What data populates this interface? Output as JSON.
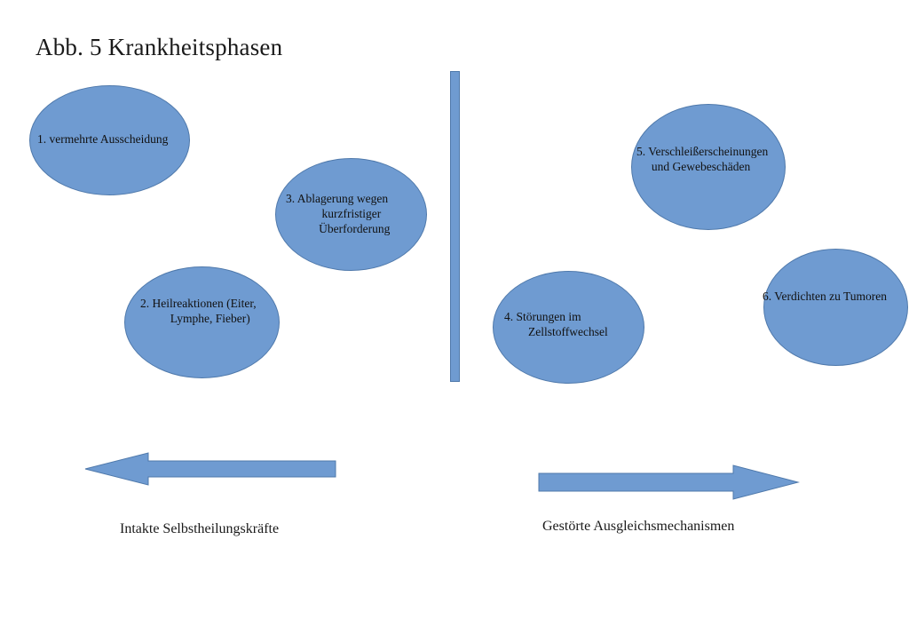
{
  "title": "Abb. 5 Krankheitsphasen",
  "colors": {
    "shape_fill": "#6f9bd1",
    "shape_stroke": "#4f79ab"
  },
  "phases": [
    {
      "label": "1. vermehrte Ausscheidung"
    },
    {
      "label": "2. Heilreaktionen (Eiter,\n          Lymphe, Fieber)"
    },
    {
      "label": "3. Ablagerung wegen\n            kurzfristiger\n           Überforderung"
    },
    {
      "label": "4. Störungen im\n        Zellstoffwechsel"
    },
    {
      "label": "5. Verschleißerscheinungen\n     und Gewebeschäden"
    },
    {
      "label": "6. Verdichten zu Tumoren"
    }
  ],
  "captions": {
    "left": "Intakte Selbstheilungskräfte",
    "right": "Gestörte Ausgleichsmechanismen"
  }
}
